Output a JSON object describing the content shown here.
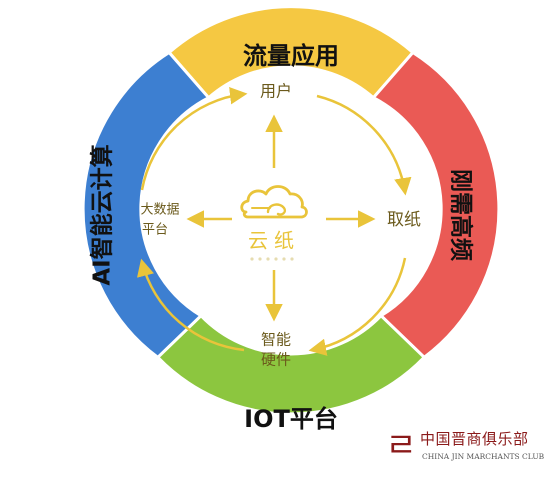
{
  "segments": {
    "top": {
      "label": "流量应用",
      "color": "#f5c842"
    },
    "right": {
      "label": "刚需高频",
      "color": "#ea5a55"
    },
    "bottom": {
      "label": "IOT平台",
      "color": "#8cc63f"
    },
    "left": {
      "label": "AI智能云计算",
      "color": "#3d7fd1"
    }
  },
  "inner": {
    "top": "用户",
    "right": "取纸",
    "bottom_line1": "智能",
    "bottom_line2": "硬件",
    "left_line1": "大数据",
    "left_line2": "平台"
  },
  "logo": {
    "name": "云纸",
    "icon": "cloud-icon",
    "color": "#e9c43a"
  },
  "watermark": {
    "title": "中国晋商俱乐部",
    "subtitle": "CHINA JIN MARCHANTS CLUB",
    "icon": "jin-seal-icon"
  }
}
